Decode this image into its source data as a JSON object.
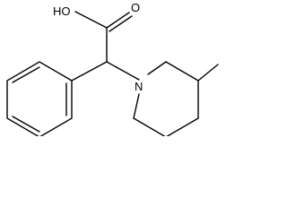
{
  "structure": {
    "atoms": {
      "hydroxyl": "HO",
      "carbonyl_oxygen": "O",
      "ring_nitrogen": "N"
    },
    "colors": {
      "bond": "#000000",
      "label": "#000000",
      "background": "#ffffff"
    }
  }
}
